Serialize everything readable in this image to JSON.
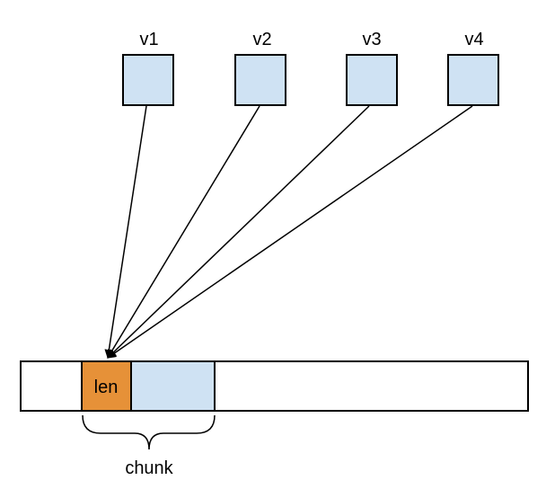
{
  "variables": [
    {
      "label": "v1"
    },
    {
      "label": "v2"
    },
    {
      "label": "v3"
    },
    {
      "label": "v4"
    }
  ],
  "buffer": {
    "len_label": "len",
    "chunk_label": "chunk"
  },
  "colors": {
    "var_box_fill": "#cfe2f3",
    "len_fill": "#e69138",
    "data_fill": "#cfe2f3",
    "buffer_fill": "#ffffff",
    "stroke": "#000000"
  }
}
